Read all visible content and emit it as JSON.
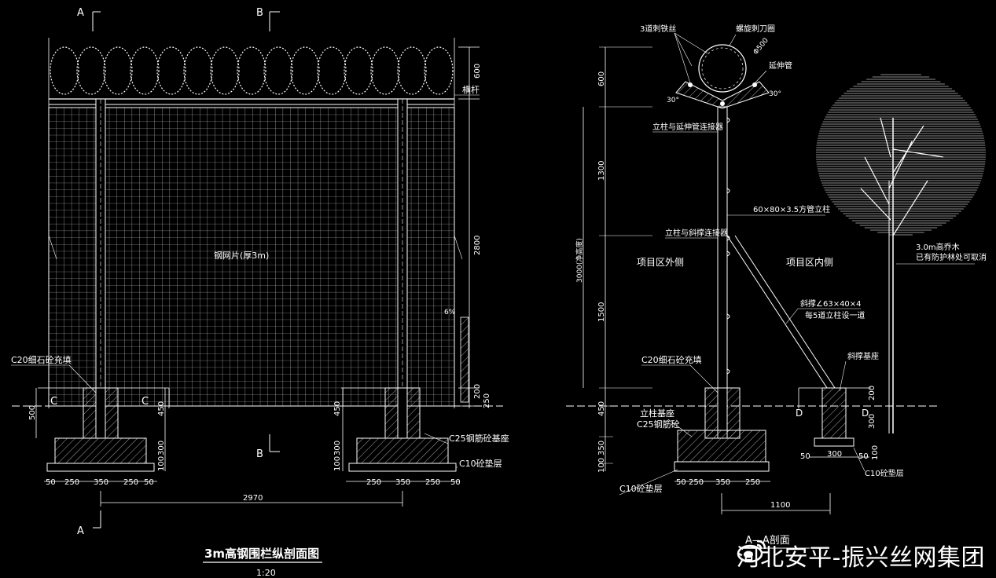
{
  "left_view": {
    "title": "3m高钢围栏纵剖面图",
    "scale": "1:20",
    "section_marks": {
      "a_top": "A",
      "b_top": "B",
      "b_bottom": "B",
      "a_bottom": "A",
      "c_left": "C",
      "c_right": "C"
    },
    "labels": {
      "top_rail": "横杆",
      "mesh": "钢网片(厚3m)",
      "concrete_fill": "C20细石砼充填",
      "base_concrete": "C25钢筋砼基座",
      "cushion": "C10砼垫层",
      "post_spacing_dim": "2970",
      "slope_mark": "6%"
    },
    "dims_right": [
      "600",
      "2800",
      "200",
      "250"
    ],
    "dims_left": [
      "500"
    ],
    "dims_footing": [
      "450",
      "300",
      "100"
    ],
    "dims_base_left": [
      "50",
      "250",
      "350",
      "250",
      "50"
    ],
    "dims_base_right": [
      "250",
      "350",
      "250",
      "50"
    ]
  },
  "right_view": {
    "title": "A—A剖面",
    "labels": {
      "barbed_wire": "3道刺铁丝",
      "razor_coil": "螺旋刺刀圈",
      "coil_dia": "Φ500",
      "extension_pipe": "延伸管",
      "post_ext_joint": "立柱与延伸管连接器",
      "post_spec": "60×80×3.5方管立柱",
      "post_brace_joint": "立柱与斜撑连接器",
      "outside": "项目区外侧",
      "inside": "项目区内侧",
      "brace_spec": "斜撑∠63×40×4",
      "brace_note": "每5道立柱设一道",
      "brace_base": "斜撑基座",
      "concrete_fill": "C20细石砼充填",
      "post_base": "立柱基座",
      "base_concrete": "C25钢筋砼",
      "cushion_left": "C10砼垫层",
      "cushion_right": "C10砼垫层",
      "tree_height": "3.0m高乔木",
      "tree_note": "已有防护林处可取消",
      "total_height": "3000(净高度)",
      "angle": "30°",
      "base_length": "1100",
      "section_d_left": "D",
      "section_d_right": "D"
    },
    "dims_left": [
      "600",
      "1300",
      "1500",
      "450",
      "350",
      "100"
    ],
    "dims_base": [
      "50",
      "250",
      "350",
      "250"
    ],
    "dims_brace_base": [
      "50",
      "300",
      "50",
      "100"
    ],
    "dims_brace_side": [
      "200",
      "300"
    ]
  },
  "watermark": {
    "text": "河北安平-振兴丝网集团",
    "icon": "weibo-icon"
  }
}
